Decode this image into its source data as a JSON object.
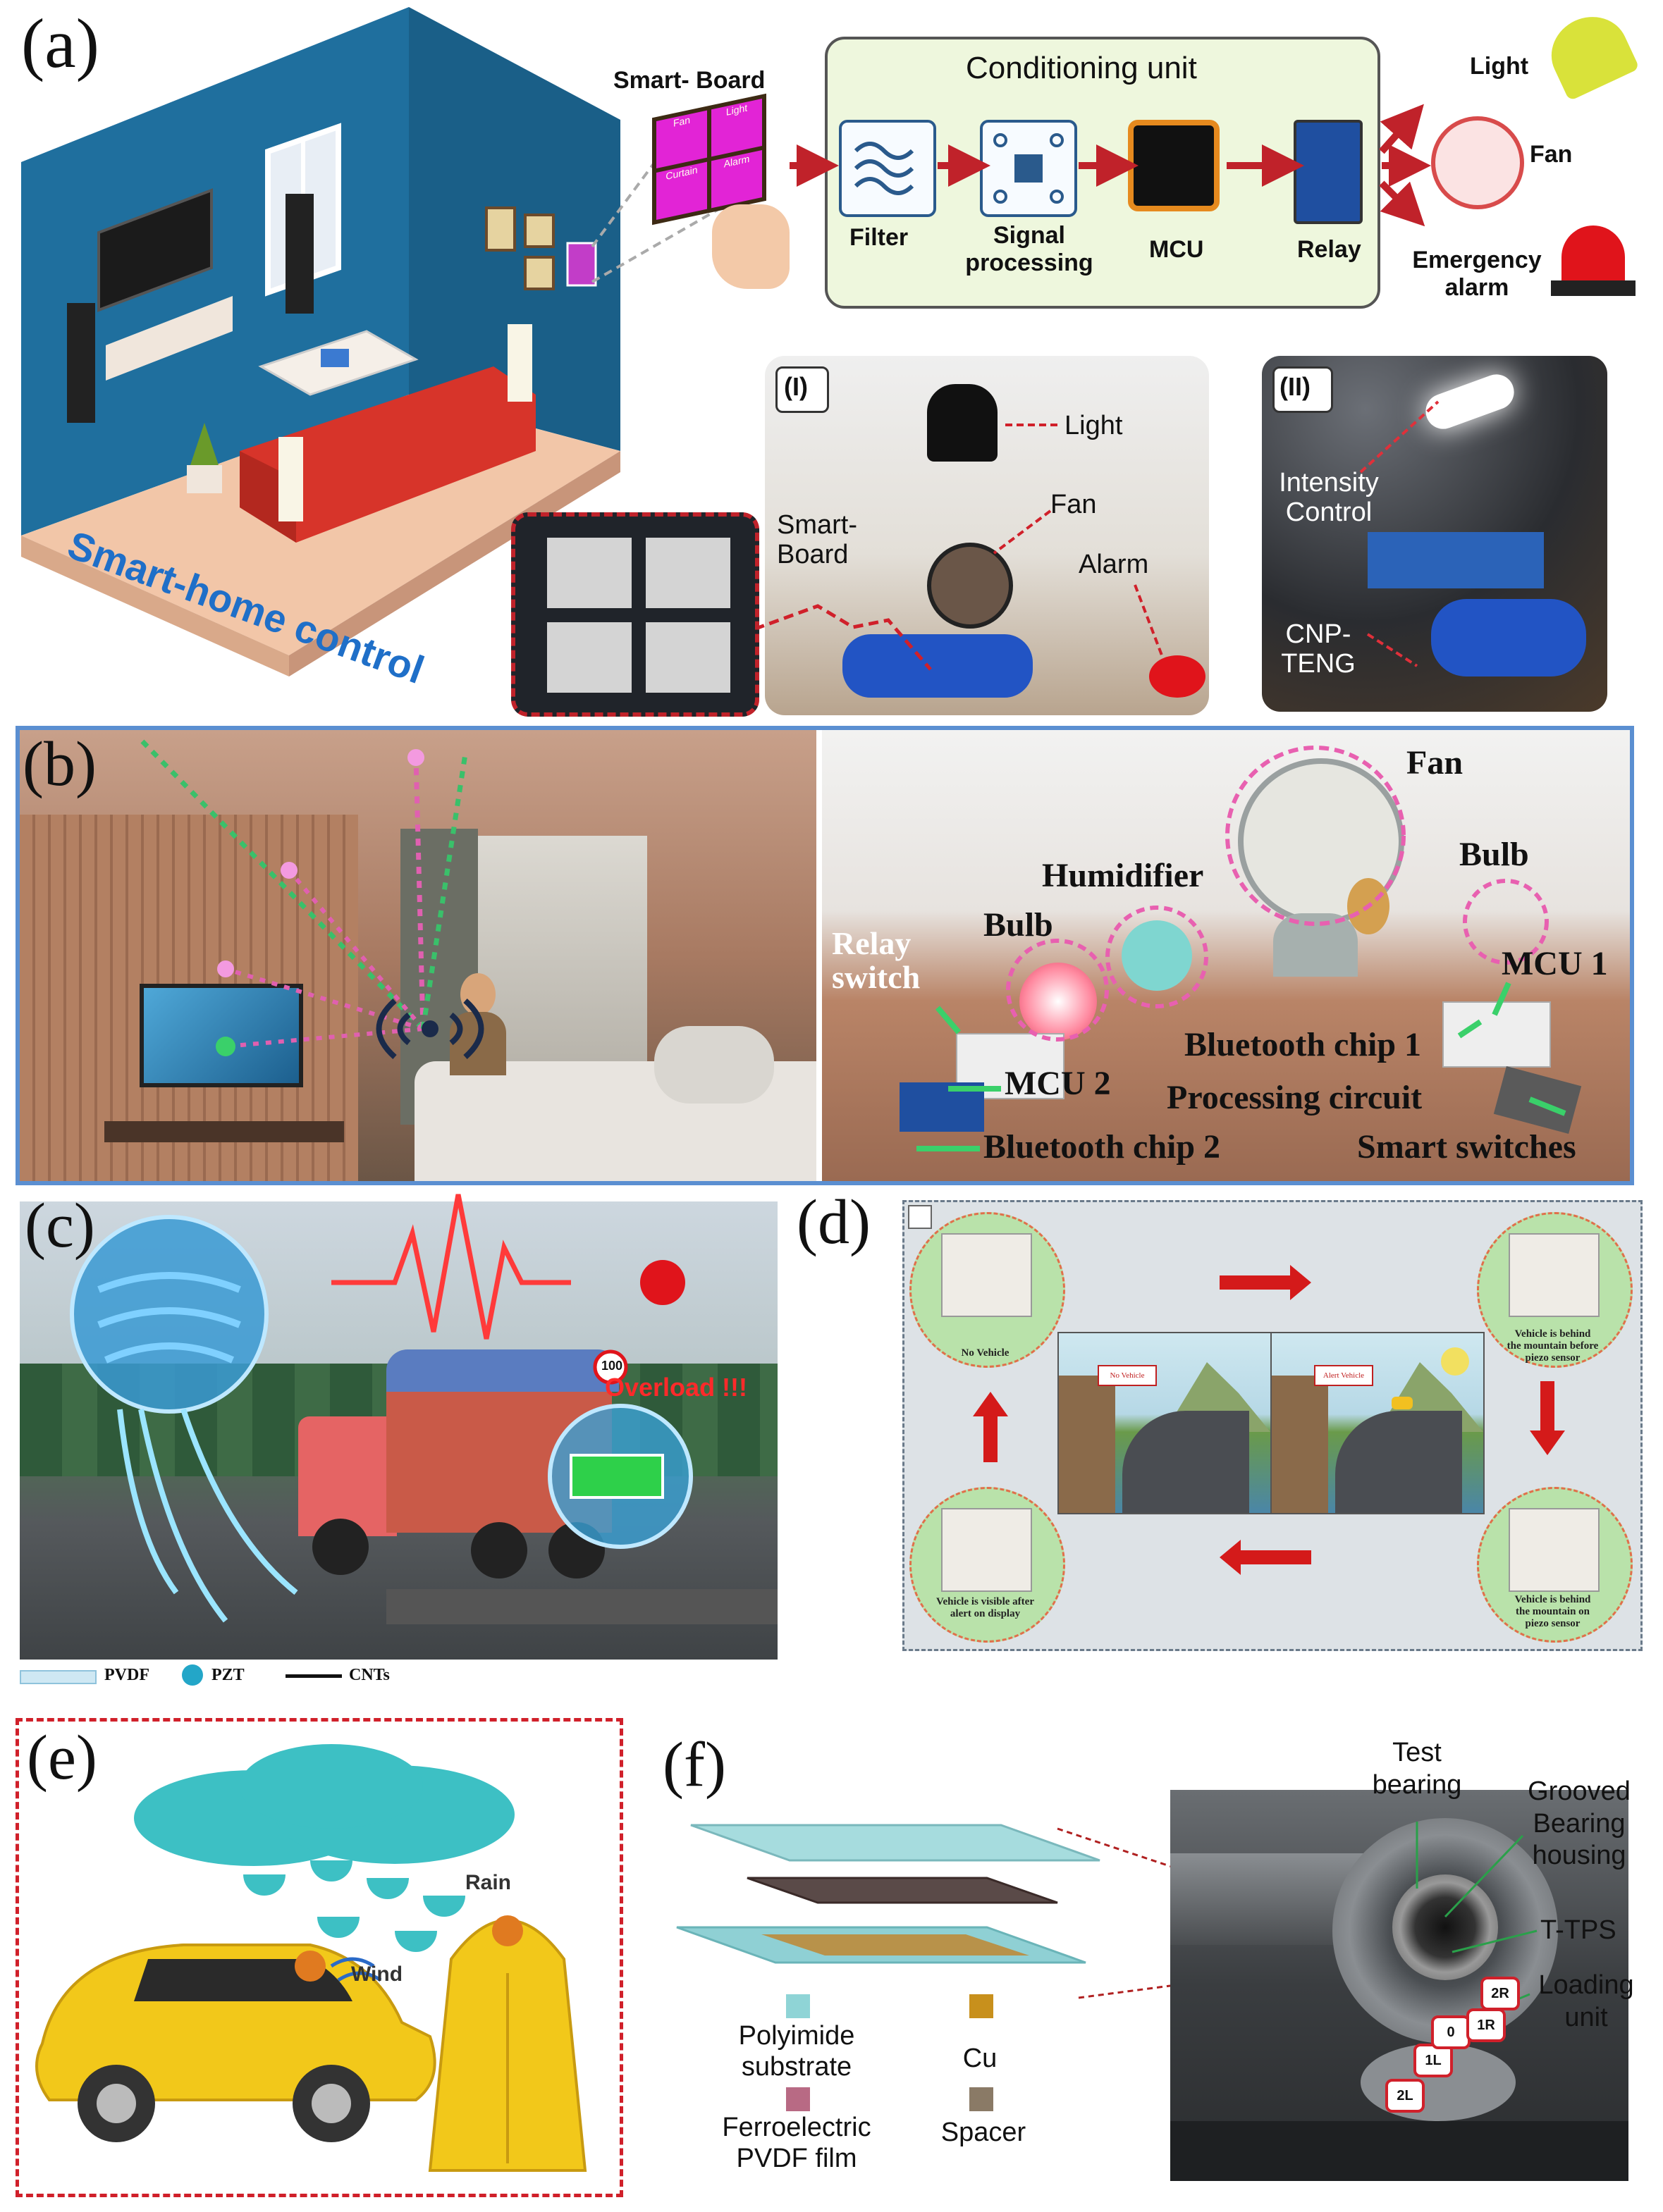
{
  "panels": {
    "a": "(a)",
    "b": "(b)",
    "c": "(c)",
    "d": "(d)",
    "e": "(e)",
    "f": "(f)"
  },
  "a": {
    "room_caption": "Smart-home  control",
    "smart_board": "Smart- Board",
    "board_tiles": [
      "Fan",
      "Light",
      "Curtain",
      "Alarm"
    ],
    "conditioning_title": "Conditioning unit",
    "stages": [
      "Filter",
      "Signal\nprocessing",
      "MCU",
      "Relay"
    ],
    "outputs": [
      "Light",
      "Fan",
      "Emergency\nalarm"
    ],
    "photo1_tag": "(I)",
    "photo1_labels": {
      "light": "Light",
      "fan": "Fan",
      "smart_board": "Smart-\nBoard",
      "alarm": "Alarm"
    },
    "photo2_tag": "(II)",
    "photo2_labels": {
      "intensity": "Intensity\nControl",
      "cnp": "CNP-\nTENG"
    }
  },
  "b": {
    "labels": {
      "fan": "Fan",
      "humidifier": "Humidifier",
      "bulb_left": "Bulb",
      "bulb_right": "Bulb",
      "relay": "Relay\nswitch",
      "mcu1": "MCU 1",
      "mcu2": "MCU 2",
      "bt1": "Bluetooth chip 1",
      "proc": "Processing circuit",
      "bt2": "Bluetooth chip 2",
      "smart_switches": "Smart switches"
    }
  },
  "c": {
    "overload": "Overload !!!",
    "speed": "100",
    "legend": [
      "PVDF",
      "PZT",
      "CNTs"
    ]
  },
  "d": {
    "captions": {
      "top_left": "No Vehicle",
      "top_right": "Vehicle is behind\nthe mountain before\npiezo sensor",
      "bottom_left": "Vehicle is visible after\nalert on display",
      "bottom_right": "Vehicle is behind\nthe mountain on\npiezo sensor"
    },
    "signs": [
      "No Vehicle",
      "Alert Vehicle"
    ]
  },
  "e": {
    "rain": "Rain",
    "wind": "Wind"
  },
  "f": {
    "legend": [
      "Polyimide\nsubstrate",
      "Ferroelectric\nPVDF film",
      "Cu",
      "Spacer"
    ],
    "legend_colors": [
      "#8fd4d6",
      "#b86a84",
      "#c8901c",
      "#8a7a66"
    ],
    "labels": {
      "test_bearing": "Test\nbearing",
      "grooved": "Grooved\nBearing\nhousing",
      "ttps": "T-TPS",
      "loading": "Loading\nunit"
    },
    "tags": [
      "2L",
      "1L",
      "0",
      "1R",
      "2R"
    ]
  }
}
